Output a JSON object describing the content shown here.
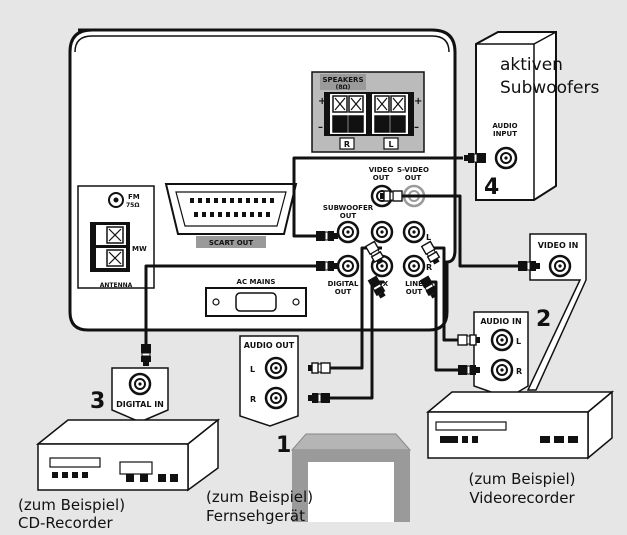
{
  "colors": {
    "background": "#e6e6e6",
    "panel": "#ffffff",
    "ink": "#111111",
    "gray": "#9a9a9a"
  },
  "unit_panel": {
    "speakers_label": "SPEAKERS",
    "speakers_sub": "(8Ω)",
    "plus": "+",
    "minus": "–",
    "speaker_r": "R",
    "speaker_l": "L",
    "fm_label": "FM",
    "fm_ohm": "75Ω",
    "mw_label": "MW",
    "antenna_label": "ANTENNA",
    "scart_label": "SCART OUT",
    "ac_mains": "AC MAINS",
    "subwoofer_out": [
      "SUBWOOFER",
      "OUT"
    ],
    "video_out": [
      "VIDEO",
      "OUT"
    ],
    "svideo_out": [
      "S-VIDEO",
      "OUT"
    ],
    "digital_out": [
      "DIGITAL",
      "OUT"
    ],
    "aux_in": [
      "AUX",
      "IN"
    ],
    "line_out": [
      "LINE",
      "OUT"
    ],
    "jack_l": "L",
    "jack_r": "R"
  },
  "subwoofer": {
    "name_line1": "aktiven",
    "name_line2": "Subwoofers",
    "input_label": [
      "AUDIO",
      "INPUT"
    ],
    "number": "4"
  },
  "video_in": {
    "label": "VIDEO IN"
  },
  "vcr": {
    "audio_in_label": "AUDIO IN",
    "jack_l": "L",
    "jack_r": "R",
    "number": "2",
    "caption_line1": "(zum Beispiel)",
    "caption_line2": "Videorecorder"
  },
  "tv": {
    "audio_out_label": "AUDIO OUT",
    "jack_l": "L",
    "jack_r": "R",
    "number": "1",
    "caption_line1": "(zum Beispiel)",
    "caption_line2": "Fernsehgerät"
  },
  "cd": {
    "digital_in_label": "DIGITAL IN",
    "number": "3",
    "caption_line1": "(zum Beispiel)",
    "caption_line2": "CD-Recorder"
  }
}
